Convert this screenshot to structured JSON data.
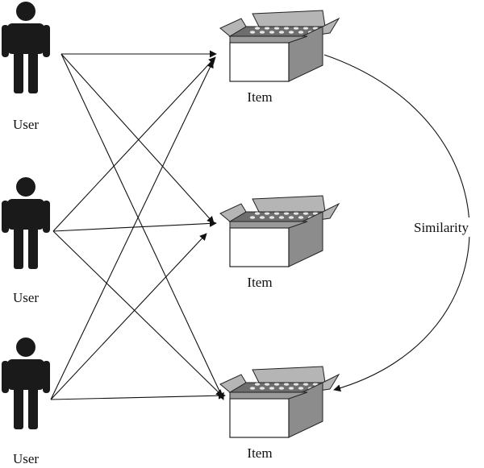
{
  "users": [
    {
      "label": "User"
    },
    {
      "label": "User"
    },
    {
      "label": "User"
    }
  ],
  "items": [
    {
      "label": "Item"
    },
    {
      "label": "Item"
    },
    {
      "label": "Item"
    }
  ],
  "similarity_label": "Similarity",
  "colors": {
    "figure": "#1a1a1a",
    "box_front": "#ffffff",
    "box_side": "#8c8c8c",
    "box_flap": "#b5b5b5",
    "box_inside": "#6e6e6e",
    "dots": "#e6e6e6",
    "arrow": "#111111"
  }
}
